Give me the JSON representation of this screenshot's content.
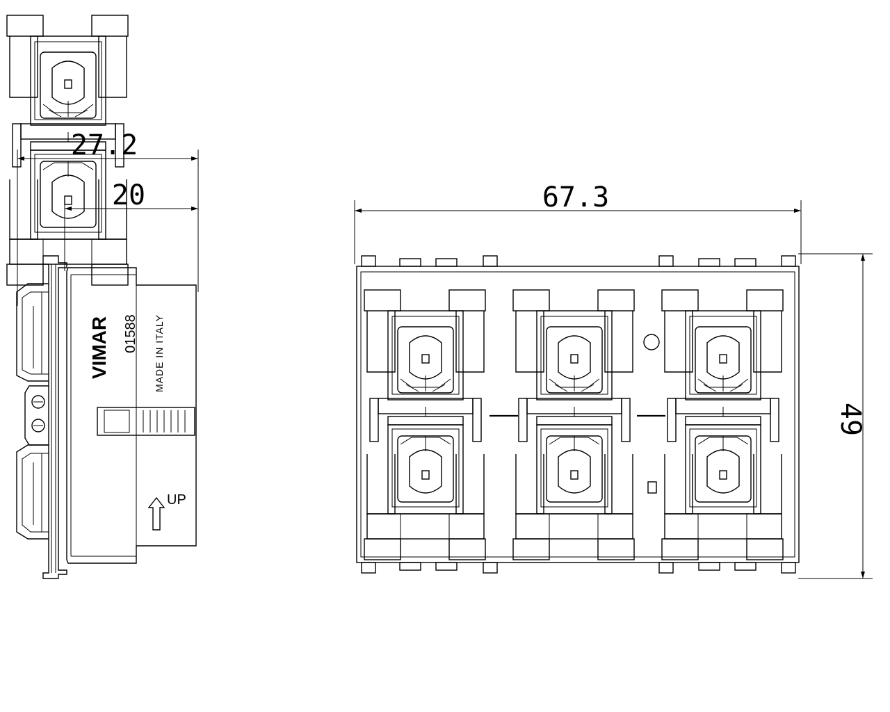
{
  "dimensions": {
    "depth_total": "27.2",
    "depth_body": "20",
    "width": "67.3",
    "height": "49"
  },
  "side_view": {
    "brand": "VIMAR",
    "part_number": "01588",
    "origin": "MADE IN ITALY",
    "orientation_label": "UP"
  },
  "front_view": {
    "modules": 3,
    "keys_per_module": 2
  }
}
